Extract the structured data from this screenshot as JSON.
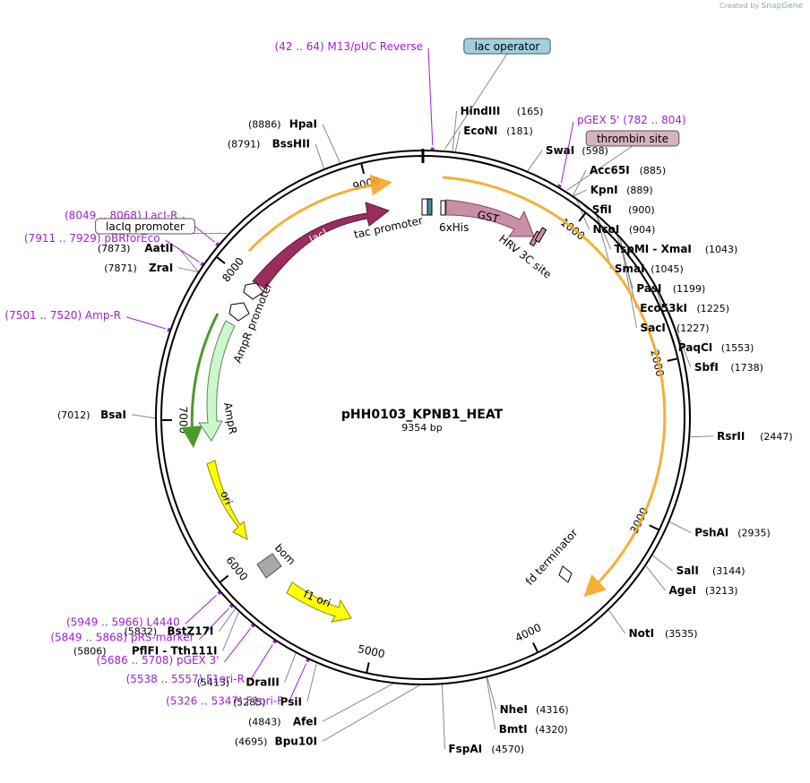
{
  "credit": {
    "prefix": "Created by",
    "brand": "SnapGene"
  },
  "map": {
    "name": "pHH0103_KPNB1_HEAT",
    "length_label": "9354 bp",
    "total_bp": 9354
  },
  "ticks": [
    {
      "bp": 1000,
      "label": "1000"
    },
    {
      "bp": 2000,
      "label": "2000"
    },
    {
      "bp": 3000,
      "label": "3000"
    },
    {
      "bp": 4000,
      "label": "4000"
    },
    {
      "bp": 5000,
      "label": "5000"
    },
    {
      "bp": 6000,
      "label": "6000"
    },
    {
      "bp": 7000,
      "label": "7000"
    },
    {
      "bp": 8000,
      "label": "8000"
    },
    {
      "bp": 9000,
      "label": "9000"
    }
  ],
  "enzymes": [
    {
      "name": "HindIII",
      "pos": "(165)",
      "bp": 165,
      "side": "r"
    },
    {
      "name": "EcoNI",
      "pos": "(181)",
      "bp": 181,
      "side": "r"
    },
    {
      "name": "SwaI",
      "pos": "(598)",
      "bp": 598,
      "side": "r"
    },
    {
      "name": "Acc65I",
      "pos": "(885)",
      "bp": 885,
      "side": "r"
    },
    {
      "name": "KpnI",
      "pos": "(889)",
      "bp": 889,
      "side": "r"
    },
    {
      "name": "SfiI",
      "pos": "(900)",
      "bp": 900,
      "side": "r"
    },
    {
      "name": "NcoI",
      "pos": "(904)",
      "bp": 904,
      "side": "r"
    },
    {
      "name": "TspMI - XmaI",
      "pos": "(1043)",
      "bp": 1043,
      "side": "r"
    },
    {
      "name": "SmaI",
      "pos": "(1045)",
      "bp": 1045,
      "side": "r"
    },
    {
      "name": "PasI",
      "pos": "(1199)",
      "bp": 1199,
      "side": "r"
    },
    {
      "name": "Eco53kI",
      "pos": "(1225)",
      "bp": 1225,
      "side": "r"
    },
    {
      "name": "SacI",
      "pos": "(1227)",
      "bp": 1227,
      "side": "r"
    },
    {
      "name": "PaqCI",
      "pos": "(1553)",
      "bp": 1553,
      "side": "r"
    },
    {
      "name": "SbfI",
      "pos": "(1738)",
      "bp": 1738,
      "side": "r"
    },
    {
      "name": "RsrII",
      "pos": "(2447)",
      "bp": 2447,
      "side": "r"
    },
    {
      "name": "PshAI",
      "pos": "(2935)",
      "bp": 2935,
      "side": "r"
    },
    {
      "name": "SalI",
      "pos": "(3144)",
      "bp": 3144,
      "side": "r"
    },
    {
      "name": "AgeI",
      "pos": "(3213)",
      "bp": 3213,
      "side": "r"
    },
    {
      "name": "NotI",
      "pos": "(3535)",
      "bp": 3535,
      "side": "r"
    },
    {
      "name": "NheI",
      "pos": "(4316)",
      "bp": 4316,
      "side": "r"
    },
    {
      "name": "BmtI",
      "pos": "(4320)",
      "bp": 4320,
      "side": "r"
    },
    {
      "name": "FspAI",
      "pos": "(4570)",
      "bp": 4570,
      "side": "r"
    },
    {
      "name": "Bpu10I",
      "pos": "(4695)",
      "bp": 4695,
      "side": "l"
    },
    {
      "name": "AfeI",
      "pos": "(4843)",
      "bp": 4843,
      "side": "l"
    },
    {
      "name": "PsiI",
      "pos": "(5285)",
      "bp": 5285,
      "side": "l"
    },
    {
      "name": "DraIII",
      "pos": "(5413)",
      "bp": 5413,
      "side": "l"
    },
    {
      "name": "PflFI - Tth111I",
      "pos": "(5806)",
      "bp": 5806,
      "side": "l"
    },
    {
      "name": "BstZ17I",
      "pos": "(5832)",
      "bp": 5832,
      "side": "l"
    },
    {
      "name": "BsaI",
      "pos": "(7012)",
      "bp": 7012,
      "side": "l"
    },
    {
      "name": "ZraI",
      "pos": "(7871)",
      "bp": 7871,
      "side": "l"
    },
    {
      "name": "AatII",
      "pos": "(7873)",
      "bp": 7873,
      "side": "l"
    },
    {
      "name": "BssHII",
      "pos": "(8791)",
      "bp": 8791,
      "side": "l"
    },
    {
      "name": "HpaI",
      "pos": "(8886)",
      "bp": 8886,
      "side": "l"
    }
  ],
  "primers": [
    {
      "text": "(42 .. 64)  M13/pUC Reverse",
      "bp": 53,
      "side": "l"
    },
    {
      "text": "pGEX 5'   (782 .. 804)",
      "bp": 793,
      "side": "r"
    },
    {
      "text": "(8049 .. 8068)  LacI-R",
      "bp": 8058,
      "side": "l"
    },
    {
      "text": "(7911 .. 7929)  pBRforEco",
      "bp": 7920,
      "side": "l"
    },
    {
      "text": "(7501 .. 7520)  Amp-R",
      "bp": 7510,
      "side": "l"
    },
    {
      "text": "(5949 .. 5966)  L4440",
      "bp": 5957,
      "side": "l"
    },
    {
      "text": "(5849 .. 5868)  pRS-marker",
      "bp": 5858,
      "side": "l"
    },
    {
      "text": "(5686 .. 5708)  pGEX 3'",
      "bp": 5697,
      "side": "l"
    },
    {
      "text": "(5538 .. 5557)  F1ori-R",
      "bp": 5547,
      "side": "l"
    },
    {
      "text": "(5326 .. 5347)  F1ori-F",
      "bp": 5336,
      "side": "l"
    }
  ],
  "boxed_features": [
    {
      "text": "lac operator",
      "bp": 120,
      "fill": "#9ed0dd"
    },
    {
      "text": "thrombin site",
      "bp": 840,
      "fill": "#d8b2c0"
    },
    {
      "text": "lacIq promoter",
      "bp": 8140,
      "fill": "#ffffff"
    }
  ],
  "features": [
    {
      "label": "lacI",
      "color": "#9a2c5f"
    },
    {
      "label": "tac promoter",
      "color": "#ffffff"
    },
    {
      "label": "6xHis",
      "color": "#ffffff"
    },
    {
      "label": "GST",
      "color": "#c98ea8"
    },
    {
      "label": "HRV 3C site",
      "color": "#c98ea8"
    },
    {
      "label": "AmpR promoter",
      "color": "#ffffff"
    },
    {
      "label": "AmpR",
      "color": "#ccf7cc"
    },
    {
      "label": "ori",
      "color": "#ffff00"
    },
    {
      "label": "bom",
      "color": "#a9a9a9"
    },
    {
      "label": "f1 ori",
      "color": "#ffff00"
    },
    {
      "label": "fd terminator",
      "color": "#ffffff"
    }
  ],
  "colors": {
    "backbone": "#000000",
    "primer": "#a020d0",
    "orf_arc": "#f5a623",
    "lacI": "#9a2c5f",
    "GST": "#c98ea8",
    "AmpR": "#ccf7cc",
    "ori": "#ffff00"
  }
}
